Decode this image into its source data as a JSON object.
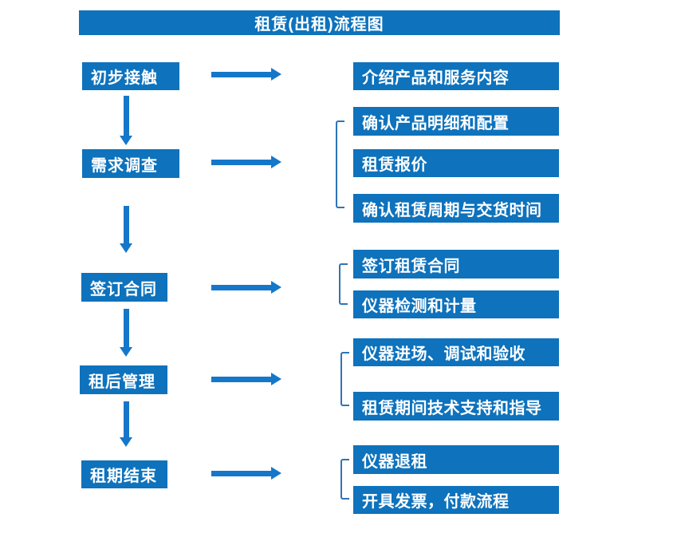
{
  "title": "租赁(出租)流程图",
  "colors": {
    "box_blue": "#0E72BC",
    "arrow_blue": "#1577C9",
    "bracket_blue": "#2E75B6",
    "text_white": "#FFFFFF"
  },
  "steps": [
    {
      "label": "初步接触",
      "details": [
        "介绍产品和服务内容"
      ]
    },
    {
      "label": "需求调查",
      "details": [
        "确认产品明细和配置",
        "租赁报价",
        "确认租赁周期与交货时间"
      ]
    },
    {
      "label": "签订合同",
      "details": [
        "签订租赁合同",
        "仪器检测和计量"
      ]
    },
    {
      "label": "租后管理",
      "details": [
        "仪器进场、调试和验收",
        "租赁期间技术支持和指导"
      ]
    },
    {
      "label": "租期结束",
      "details": [
        "仪器退租",
        "开具发票，付款流程"
      ]
    }
  ]
}
